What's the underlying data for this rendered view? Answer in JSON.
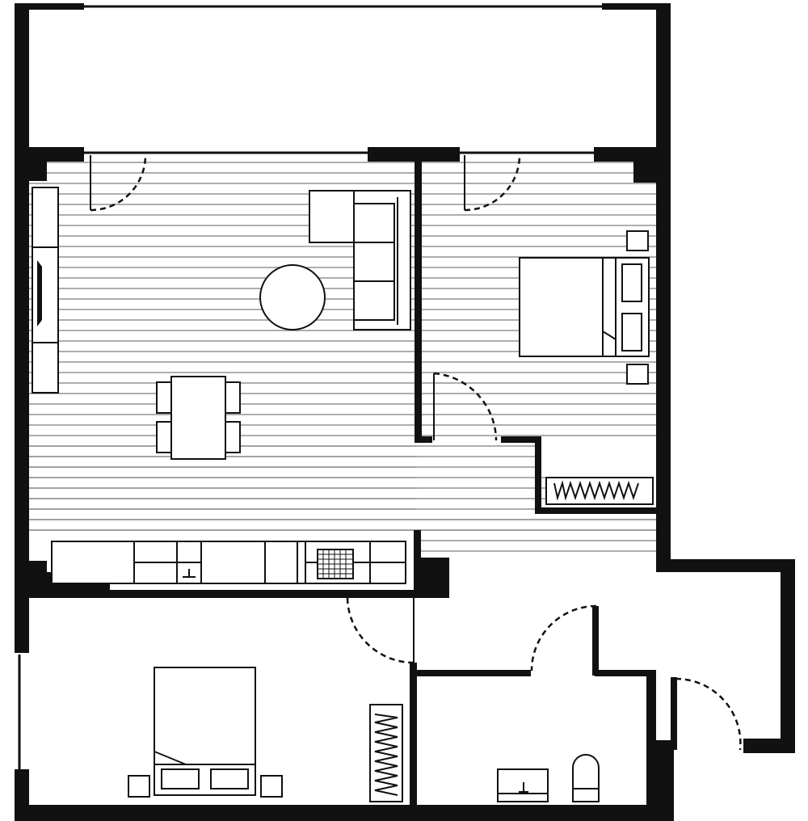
{
  "plan": {
    "type": "apartment-floor-plan",
    "text_labels": [],
    "colors": {
      "wall": "#111111",
      "floor_stripe": "#9a9a9a",
      "background": "#ffffff"
    },
    "rooms": [
      "balcony",
      "living-dining-kitchen",
      "master-bedroom",
      "second-bedroom",
      "bathroom",
      "entry-hall"
    ]
  }
}
